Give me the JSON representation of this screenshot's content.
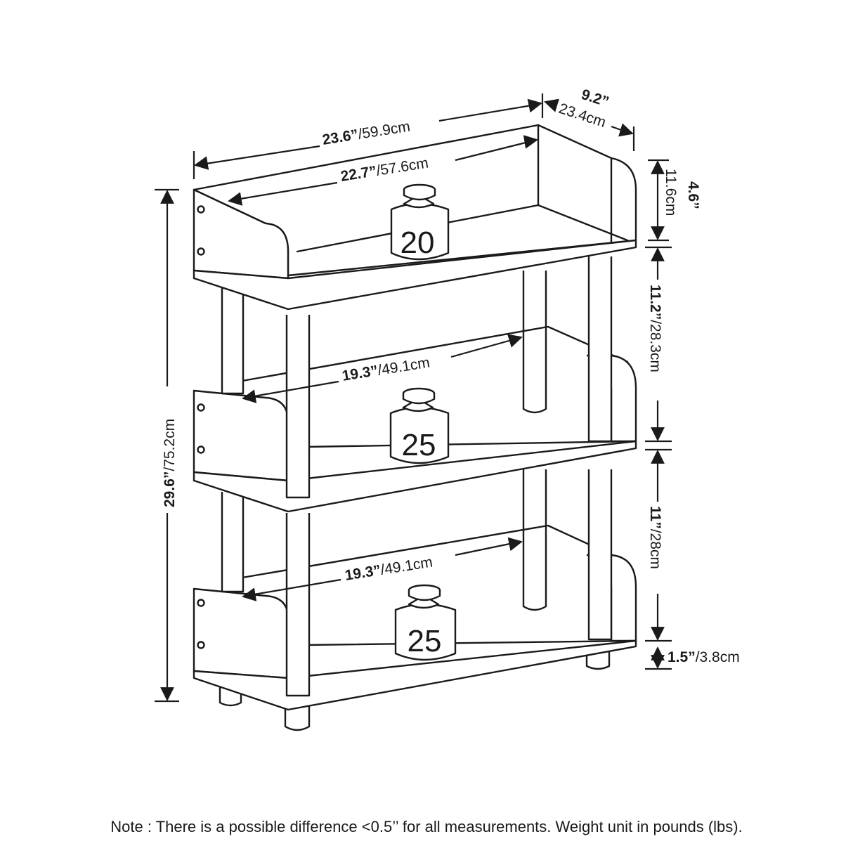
{
  "dimensions": {
    "overall_width": {
      "bold": "23.6”",
      "rest": "/59.9cm"
    },
    "inner_width_top": {
      "bold": "22.7”",
      "rest": "/57.6cm"
    },
    "depth": {
      "bold": "9.2”",
      "rest": "23.4cm"
    },
    "top_board_height": {
      "bold": "4.6”",
      "rest": "11.6cm"
    },
    "shelf_gap_upper": {
      "bold": "11.2”",
      "rest": "/28.3cm"
    },
    "shelf_gap_lower": {
      "bold": "11”",
      "rest": "/28cm"
    },
    "foot_height": {
      "bold": "1.5”",
      "rest": "/3.8cm"
    },
    "overall_height": {
      "bold": "29.6”",
      "rest": "/75.2cm"
    },
    "inner_width_mid": {
      "bold": "19.3”",
      "rest": "/49.1cm"
    },
    "inner_width_low": {
      "bold": "19.3”",
      "rest": "/49.1cm"
    }
  },
  "weights": {
    "top": "20",
    "middle": "25",
    "bottom": "25"
  },
  "note": "Note : There is a possible difference <0.5’’ for all measurements. Weight unit in pounds (lbs)."
}
